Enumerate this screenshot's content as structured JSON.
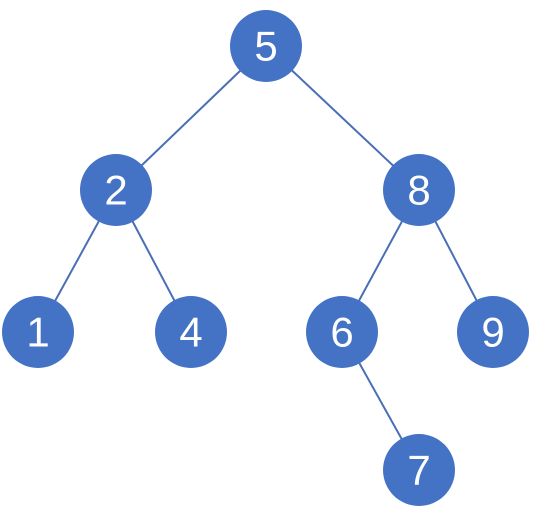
{
  "tree": {
    "node_color": "#4472c4",
    "edge_color": "#4a6fb5",
    "label_color": "#ffffff",
    "nodes": [
      {
        "id": "n5",
        "label": "5"
      },
      {
        "id": "n2",
        "label": "2"
      },
      {
        "id": "n8",
        "label": "8"
      },
      {
        "id": "n1",
        "label": "1"
      },
      {
        "id": "n4",
        "label": "4"
      },
      {
        "id": "n6",
        "label": "6"
      },
      {
        "id": "n9",
        "label": "9"
      },
      {
        "id": "n7",
        "label": "7"
      }
    ],
    "edges": [
      {
        "from": "n5",
        "to": "n2"
      },
      {
        "from": "n5",
        "to": "n8"
      },
      {
        "from": "n2",
        "to": "n1"
      },
      {
        "from": "n2",
        "to": "n4"
      },
      {
        "from": "n8",
        "to": "n6"
      },
      {
        "from": "n8",
        "to": "n9"
      },
      {
        "from": "n6",
        "to": "n7"
      }
    ]
  }
}
